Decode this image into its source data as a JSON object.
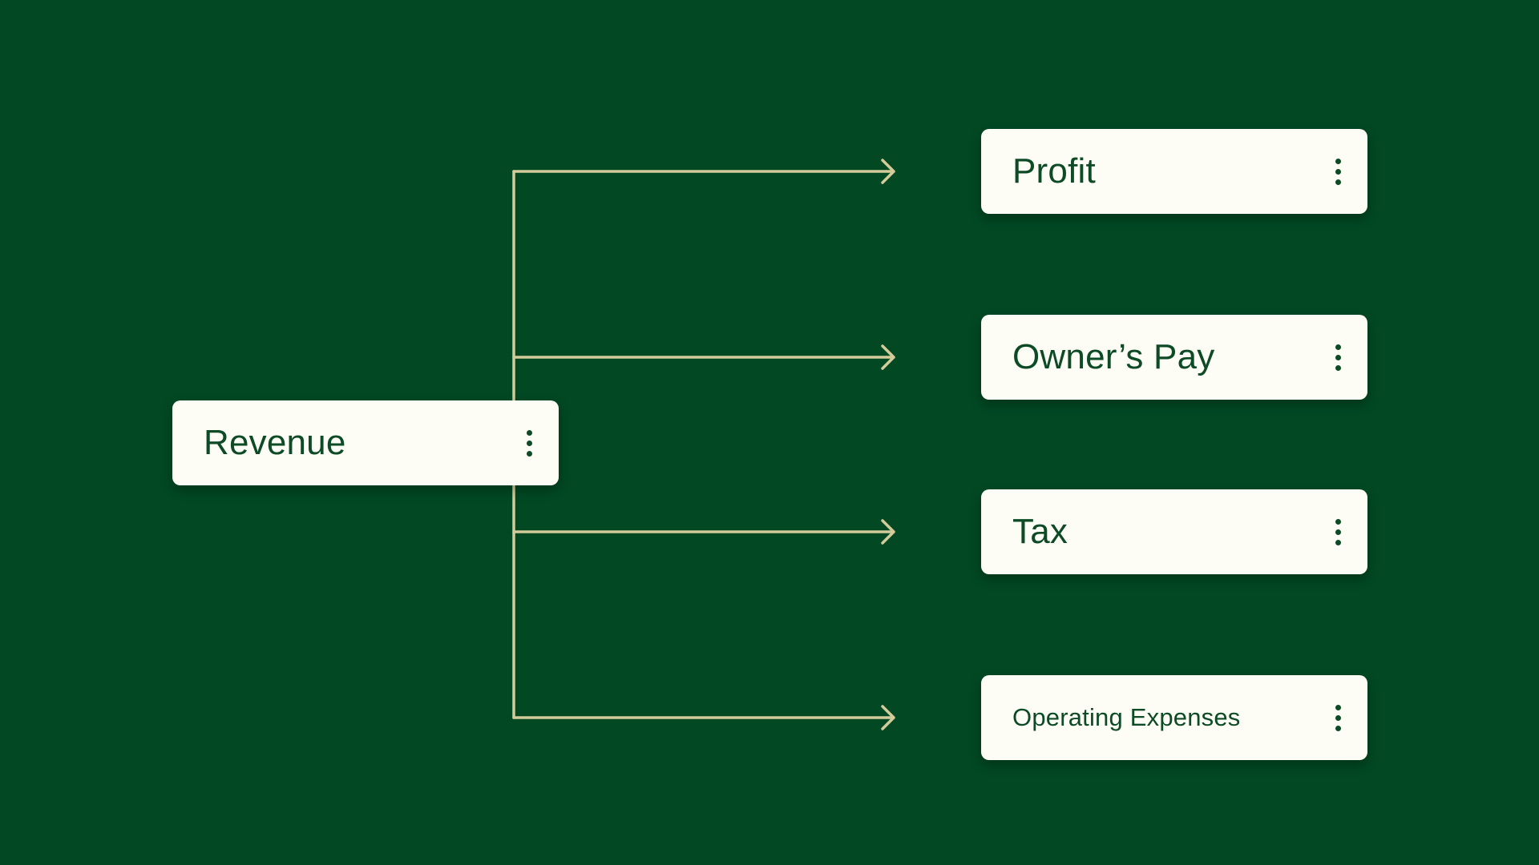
{
  "colors": {
    "background": "#014823",
    "card": "#fefdf5",
    "text": "#0d4a26",
    "connector": "#d3cc9a"
  },
  "source": {
    "label": "Revenue",
    "menu_icon": "kebab-vertical-icon"
  },
  "targets": [
    {
      "label": "Profit",
      "menu_icon": "kebab-vertical-icon"
    },
    {
      "label": "Owner’s Pay",
      "menu_icon": "kebab-vertical-icon"
    },
    {
      "label": "Tax",
      "menu_icon": "kebab-vertical-icon"
    },
    {
      "label": "Operating Expenses",
      "menu_icon": "kebab-vertical-icon"
    }
  ]
}
